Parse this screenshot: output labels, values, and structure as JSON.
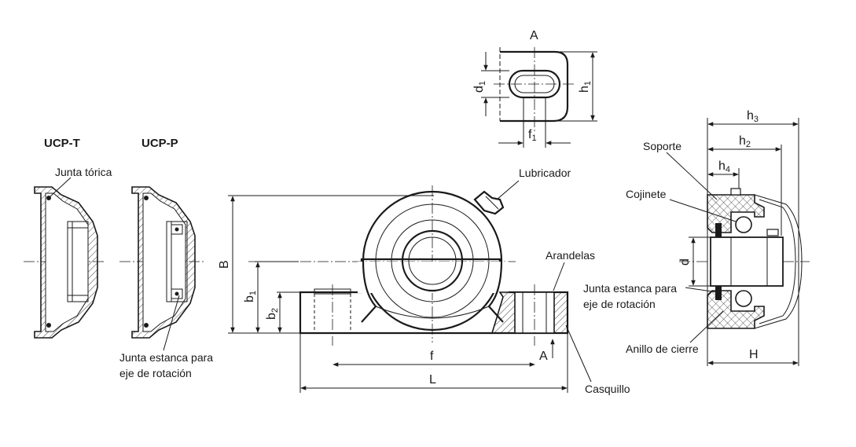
{
  "views": {
    "ucp_t": {
      "title": "UCP-T",
      "o_ring_label": "Junta tórica"
    },
    "ucp_p": {
      "title": "UCP-P",
      "shaft_seal_label_line1": "Junta estanca para",
      "shaft_seal_label_line2": "eje de rotación"
    },
    "front": {
      "lubricator_label": "Lubricador",
      "washers_label": "Arandelas",
      "bushing_label": "Casquillo",
      "dim_B": "B",
      "dim_b1": "b",
      "dim_b1_sub": "1",
      "dim_b2": "b",
      "dim_b2_sub": "2",
      "dim_f": "f",
      "dim_L": "L",
      "section_marker": "A"
    },
    "detail_a": {
      "title": "A",
      "dim_d1": "d",
      "dim_d1_sub": "1",
      "dim_h1": "h",
      "dim_h1_sub": "1",
      "dim_f1": "f",
      "dim_f1_sub": "1"
    },
    "side": {
      "housing_label": "Soporte",
      "bearing_label": "Cojinete",
      "shaft_seal_label_line1": "Junta estanca para",
      "shaft_seal_label_line2": "eje de rotación",
      "lock_ring_label": "Anillo de cierre",
      "dim_h3": "h",
      "dim_h3_sub": "3",
      "dim_h2": "h",
      "dim_h2_sub": "2",
      "dim_h4": "h",
      "dim_h4_sub": "4",
      "dim_d": "d",
      "dim_H": "H"
    }
  }
}
